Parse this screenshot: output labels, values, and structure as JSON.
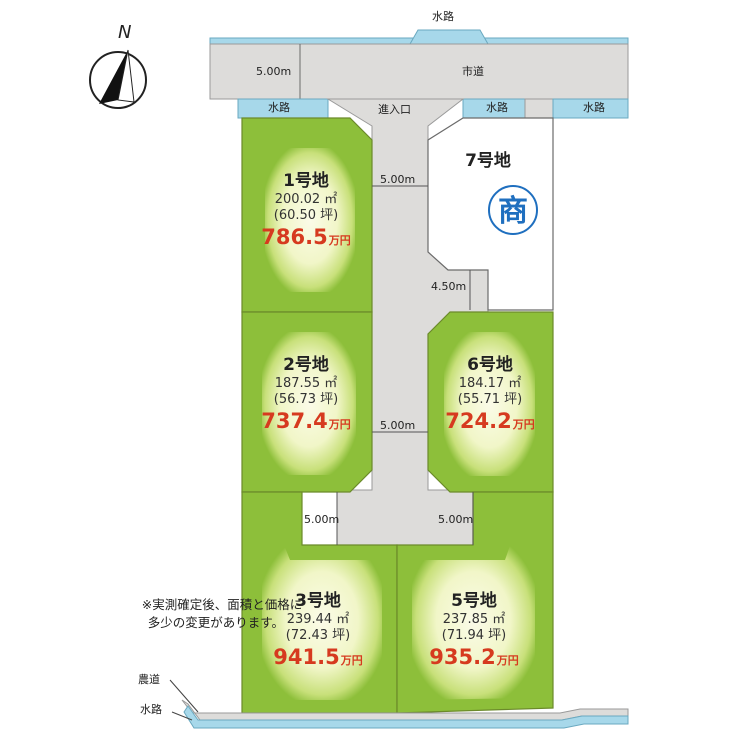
{
  "compass": {
    "north_label": "N"
  },
  "roads": {
    "city_road": "市道",
    "city_road_width": "5.00m",
    "entrance": "進入口",
    "farm_road": "農道"
  },
  "waterways": {
    "label": "水路"
  },
  "dimensions": {
    "upper": "5.00m",
    "lot7_side": "4.50m",
    "middle": "5.00m",
    "bottom_left": "5.00m",
    "bottom_right": "5.00m"
  },
  "lots": {
    "lot1": {
      "name": "1号地",
      "area": "200.02 ㎡",
      "tsubo": "(60.50 坪)",
      "price": "786.5",
      "unit": "万円"
    },
    "lot2": {
      "name": "2号地",
      "area": "187.55 ㎡",
      "tsubo": "(56.73 坪)",
      "price": "737.4",
      "unit": "万円"
    },
    "lot3": {
      "name": "3号地",
      "area": "239.44 ㎡",
      "tsubo": "(72.43 坪)",
      "price": "941.5",
      "unit": "万円"
    },
    "lot5": {
      "name": "5号地",
      "area": "237.85 ㎡",
      "tsubo": "(71.94 坪)",
      "price": "935.2",
      "unit": "万円"
    },
    "lot6": {
      "name": "6号地",
      "area": "184.17 ㎡",
      "tsubo": "(55.71 坪)",
      "price": "724.2",
      "unit": "万円"
    },
    "lot7": {
      "name": "7号地",
      "badge": "商"
    }
  },
  "note": {
    "line1": "※実測確定後、面積と価格に",
    "line2": "多少の変更があります。"
  },
  "colors": {
    "lot_green": "#8dbf3a",
    "lot_glow": "#f4f7cf",
    "road_gray": "#dddcda",
    "water_blue": "#a7d8ea",
    "price_red": "#d63a1f",
    "badge_blue": "#1f6fbf"
  }
}
